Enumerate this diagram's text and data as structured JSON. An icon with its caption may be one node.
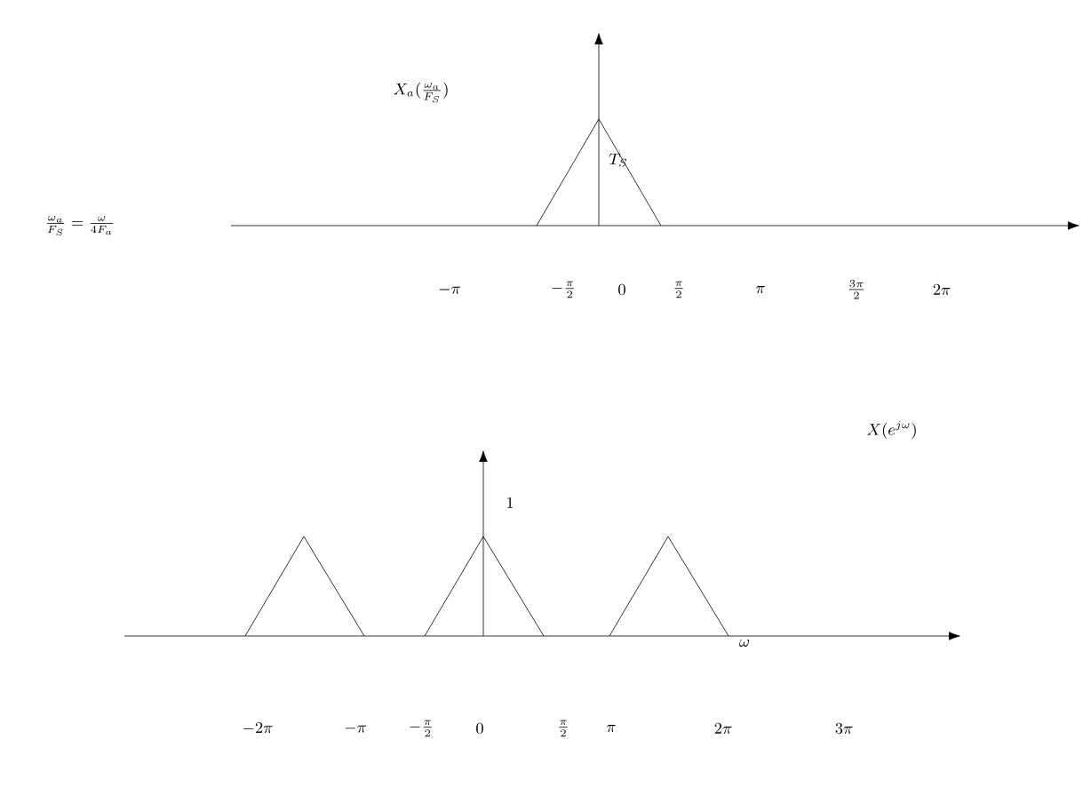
{
  "diagram": {
    "labels": [
      "X_a(\\frac{\\omega_a}{F_S})",
      "T_S",
      "\\frac{\\omega_a}{F_S}=\\frac{\\omega}{4F_a}",
      "-\\pi",
      "-\\frac{\\pi}{2}",
      "0",
      "\\frac{\\pi}{2}",
      "\\pi",
      "\\frac{3\\pi}{2}",
      "2\\pi",
      "X(e^{j\\omega})",
      "1",
      "\\omega",
      "-2\\pi",
      "-\\pi",
      "-\\frac{\\pi}{2}",
      "0",
      "\\frac{\\pi}{2}",
      "\\pi",
      "2\\pi",
      "3\\pi"
    ]
  }
}
